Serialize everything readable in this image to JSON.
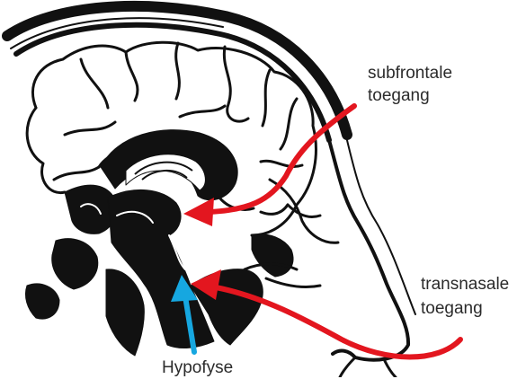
{
  "labels": {
    "subfrontal_line1": "subfrontale",
    "subfrontal_line2": "toegang",
    "transnasal_line1": "transnasale",
    "transnasal_line2": "toegang",
    "pituitary": "Hypofyse"
  },
  "colors": {
    "anatomy": "#111111",
    "subfrontal_arrow": "#e3161f",
    "transnasal_arrow": "#e3161f",
    "pituitary_arrow": "#16a7e0",
    "label_text": "#2b2b2b"
  }
}
